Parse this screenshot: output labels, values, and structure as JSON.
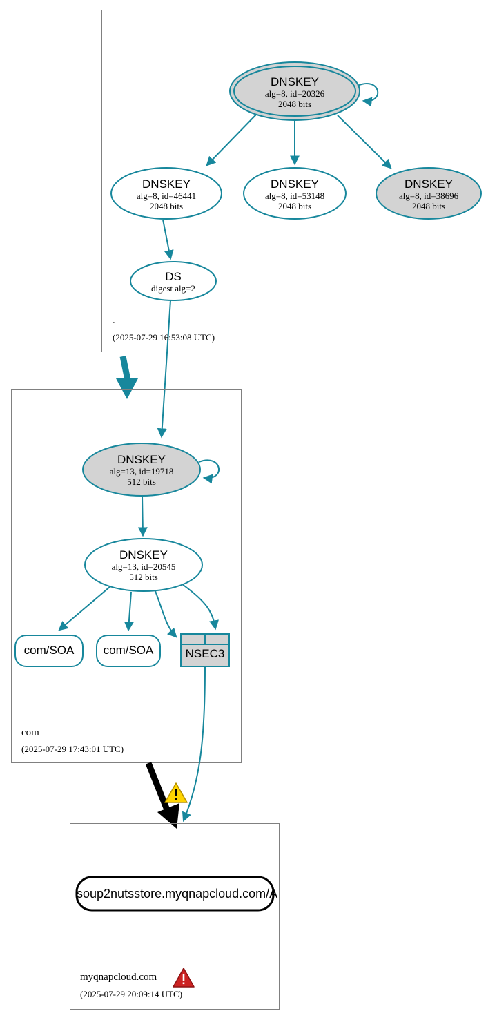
{
  "diagram": {
    "type": "dnssec-authentication-chain",
    "colors": {
      "secure_edge": "#17879c",
      "zone_border": "#808080",
      "key_fill_sep": "#d3d3d3",
      "key_fill_zsk": "#ffffff",
      "nsec3_fill": "#d3d3d3",
      "insecure_edge": "#000000",
      "warning_yellow": "#ffd700",
      "error_red": "#cc2222",
      "text": "#000000"
    },
    "zones": [
      {
        "id": "root",
        "name": ".",
        "timestamp": "(2025-07-29 16:53:08 UTC)",
        "nodes": [
          {
            "id": "root-ksk-20326",
            "kind": "DNSKEY",
            "title": "DNSKEY",
            "alg_id": "alg=8, id=20326",
            "size": "2048 bits",
            "shape": "doublecircle",
            "fill": "sep-gray",
            "self_signed": true
          },
          {
            "id": "root-zsk-46441",
            "kind": "DNSKEY",
            "title": "DNSKEY",
            "alg_id": "alg=8, id=46441",
            "size": "2048 bits",
            "shape": "ellipse",
            "fill": "white",
            "self_signed": false
          },
          {
            "id": "root-zsk-53148",
            "kind": "DNSKEY",
            "title": "DNSKEY",
            "alg_id": "alg=8, id=53148",
            "size": "2048 bits",
            "shape": "ellipse",
            "fill": "white",
            "self_signed": false
          },
          {
            "id": "root-ksk-38696",
            "kind": "DNSKEY",
            "title": "DNSKEY",
            "alg_id": "alg=8, id=38696",
            "size": "2048 bits",
            "shape": "ellipse",
            "fill": "sep-gray",
            "self_signed": false
          },
          {
            "id": "root-ds",
            "kind": "DS",
            "title": "DS",
            "alg_id": "digest alg=2",
            "size": "",
            "shape": "ellipse",
            "fill": "white",
            "self_signed": false
          }
        ]
      },
      {
        "id": "com",
        "name": "com",
        "timestamp": "(2025-07-29 17:43:01 UTC)",
        "nodes": [
          {
            "id": "com-ksk-19718",
            "kind": "DNSKEY",
            "title": "DNSKEY",
            "alg_id": "alg=13, id=19718",
            "size": "512 bits",
            "shape": "ellipse",
            "fill": "sep-gray",
            "self_signed": true
          },
          {
            "id": "com-zsk-20545",
            "kind": "DNSKEY",
            "title": "DNSKEY",
            "alg_id": "alg=13, id=20545",
            "size": "512 bits",
            "shape": "ellipse",
            "fill": "white",
            "self_signed": false
          },
          {
            "id": "com-soa-1",
            "kind": "RRset",
            "title": "com/SOA",
            "shape": "rounded-box",
            "fill": "white"
          },
          {
            "id": "com-soa-2",
            "kind": "RRset",
            "title": "com/SOA",
            "shape": "rounded-box",
            "fill": "white"
          },
          {
            "id": "com-nsec3",
            "kind": "NSEC3",
            "title": "NSEC3",
            "shape": "table",
            "fill": "nsec3-gray"
          }
        ]
      },
      {
        "id": "myqnapcloud",
        "name": "myqnapcloud.com",
        "timestamp": "(2025-07-29 20:09:14 UTC)",
        "status_icon": "error-triangle-icon",
        "nodes": [
          {
            "id": "leaf-a-record",
            "kind": "RRset",
            "title": "soup2nutsstore.myqnapcloud.com/A",
            "shape": "rounded-box-bold",
            "fill": "white"
          }
        ]
      }
    ],
    "edges": [
      {
        "from": "root-ksk-20326",
        "to": "root-ksk-20326",
        "style": "secure-selfloop"
      },
      {
        "from": "root-ksk-20326",
        "to": "root-zsk-46441",
        "style": "secure"
      },
      {
        "from": "root-ksk-20326",
        "to": "root-zsk-53148",
        "style": "secure"
      },
      {
        "from": "root-ksk-20326",
        "to": "root-ksk-38696",
        "style": "secure"
      },
      {
        "from": "root-zsk-46441",
        "to": "root-ds",
        "style": "secure"
      },
      {
        "from": "root-ds",
        "to": "com-ksk-19718",
        "style": "secure"
      },
      {
        "from": "root",
        "to": "com",
        "style": "secure-delegation-thick"
      },
      {
        "from": "com-ksk-19718",
        "to": "com-ksk-19718",
        "style": "secure-selfloop"
      },
      {
        "from": "com-ksk-19718",
        "to": "com-zsk-20545",
        "style": "secure"
      },
      {
        "from": "com-zsk-20545",
        "to": "com-soa-1",
        "style": "secure"
      },
      {
        "from": "com-zsk-20545",
        "to": "com-soa-2",
        "style": "secure"
      },
      {
        "from": "com-zsk-20545",
        "to": "com-nsec3",
        "style": "secure"
      },
      {
        "from": "com-zsk-20545",
        "to": "com-nsec3",
        "style": "secure"
      },
      {
        "from": "com-nsec3",
        "to": "myqnapcloud",
        "style": "secure"
      },
      {
        "from": "com",
        "to": "myqnapcloud",
        "style": "insecure-delegation-thick",
        "warning_icon": "warning-triangle-icon"
      }
    ]
  }
}
